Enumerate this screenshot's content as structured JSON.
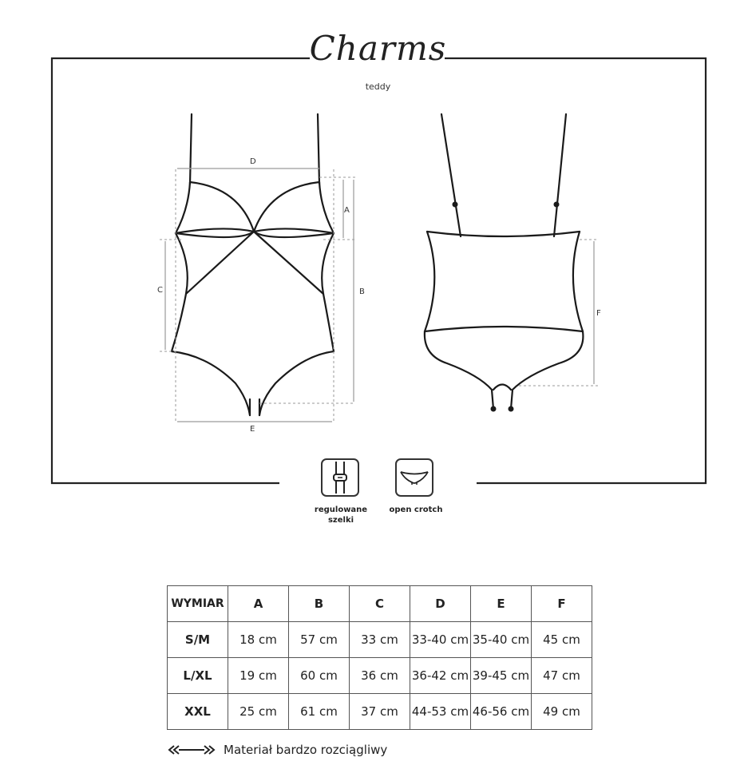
{
  "brand": {
    "name": "Charms",
    "product": "teddy"
  },
  "diagram": {
    "dimension_labels": {
      "A": "A",
      "B": "B",
      "C": "C",
      "D": "D",
      "E": "E",
      "F": "F"
    }
  },
  "features": [
    {
      "icon": "adjustable-straps-icon",
      "label_line1": "regulowane",
      "label_line2": "szelki"
    },
    {
      "icon": "open-crotch-icon",
      "label_line1": "open crotch"
    }
  ],
  "size_table": {
    "headers": [
      "WYMIAR",
      "A",
      "B",
      "C",
      "D",
      "E",
      "F"
    ],
    "rows": [
      [
        "S/M",
        "18 cm",
        "57 cm",
        "33 cm",
        "33-40 cm",
        "35-40 cm",
        "45 cm"
      ],
      [
        "L/XL",
        "19 cm",
        "60 cm",
        "36 cm",
        "36-42 cm",
        "39-45 cm",
        "47 cm"
      ],
      [
        "XXL",
        "25 cm",
        "61 cm",
        "37 cm",
        "44-53 cm",
        "46-56 cm",
        "49 cm"
      ]
    ]
  },
  "footnote": {
    "icon": "stretch-arrows-icon",
    "text": "Materiał bardzo rozciągliwy"
  }
}
